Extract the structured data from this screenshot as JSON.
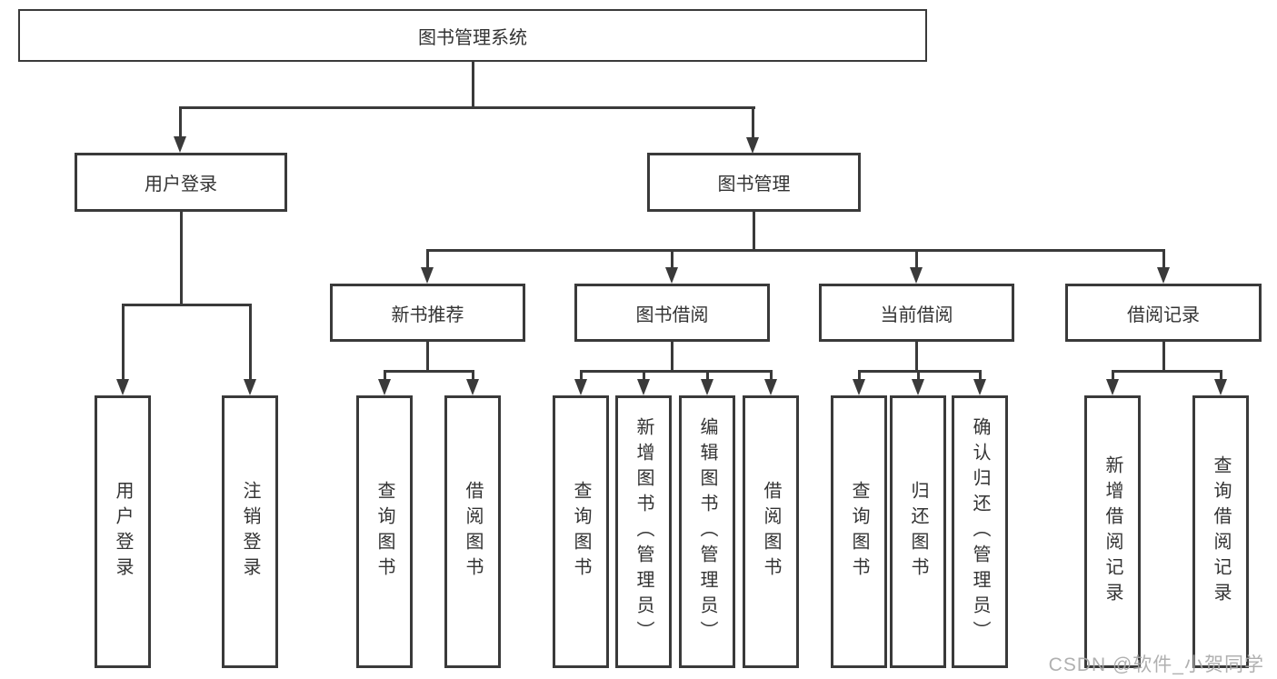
{
  "diagram": {
    "root": {
      "label": "图书管理系统"
    },
    "level2": [
      {
        "label": "用户登录"
      },
      {
        "label": "图书管理"
      }
    ],
    "level3": [
      {
        "label": "新书推荐"
      },
      {
        "label": "图书借阅"
      },
      {
        "label": "当前借阅"
      },
      {
        "label": "借阅记录"
      }
    ],
    "leaves": [
      "用户登录",
      "注销登录",
      "查询图书",
      "借阅图书",
      "查询图书",
      "新增图书（管理员）",
      "编辑图书（管理员）",
      "借阅图书",
      "查询图书",
      "归还图书",
      "确认归还（管理员）",
      "新增借阅记录",
      "查询借阅记录"
    ],
    "watermark": "CSDN @软件_小贺同学",
    "colors": {
      "line": "#3a3a3a",
      "text": "#333333",
      "background": "#ffffff",
      "watermark": "#a8a8a8"
    }
  }
}
